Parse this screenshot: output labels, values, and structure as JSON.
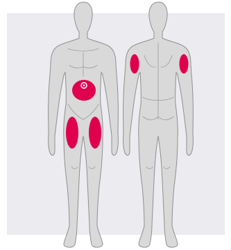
{
  "figure": {
    "views": [
      "front",
      "back"
    ],
    "colors": {
      "background_panel": "#ebebf0",
      "body_fill": "#d9d9d9",
      "body_outline": "#8f8f8f",
      "injection_site": "#e0004d",
      "navel_ring": "#ffffff"
    },
    "front_sites": [
      "abdomen",
      "left-thigh",
      "right-thigh"
    ],
    "back_sites": [
      "left-upper-arm",
      "right-upper-arm"
    ]
  }
}
